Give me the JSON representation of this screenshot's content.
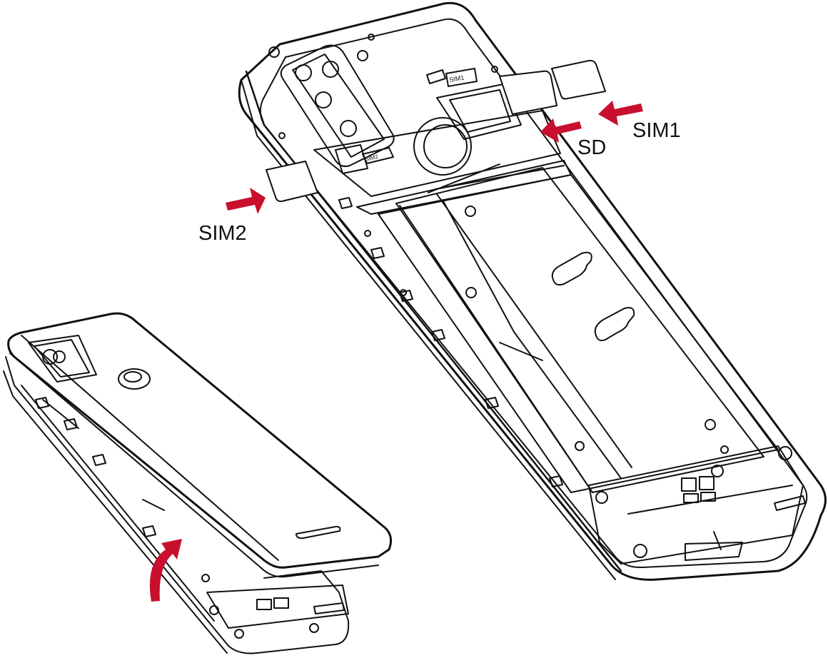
{
  "labels": {
    "sim1": "SIM1",
    "sd": "SD",
    "sim2": "SIM2"
  },
  "slot_markings": {
    "sim1": "SIM1",
    "sim2": "SIM2"
  },
  "colors": {
    "line": "#111111",
    "arrow": "#c8102e",
    "background": "#ffffff"
  }
}
